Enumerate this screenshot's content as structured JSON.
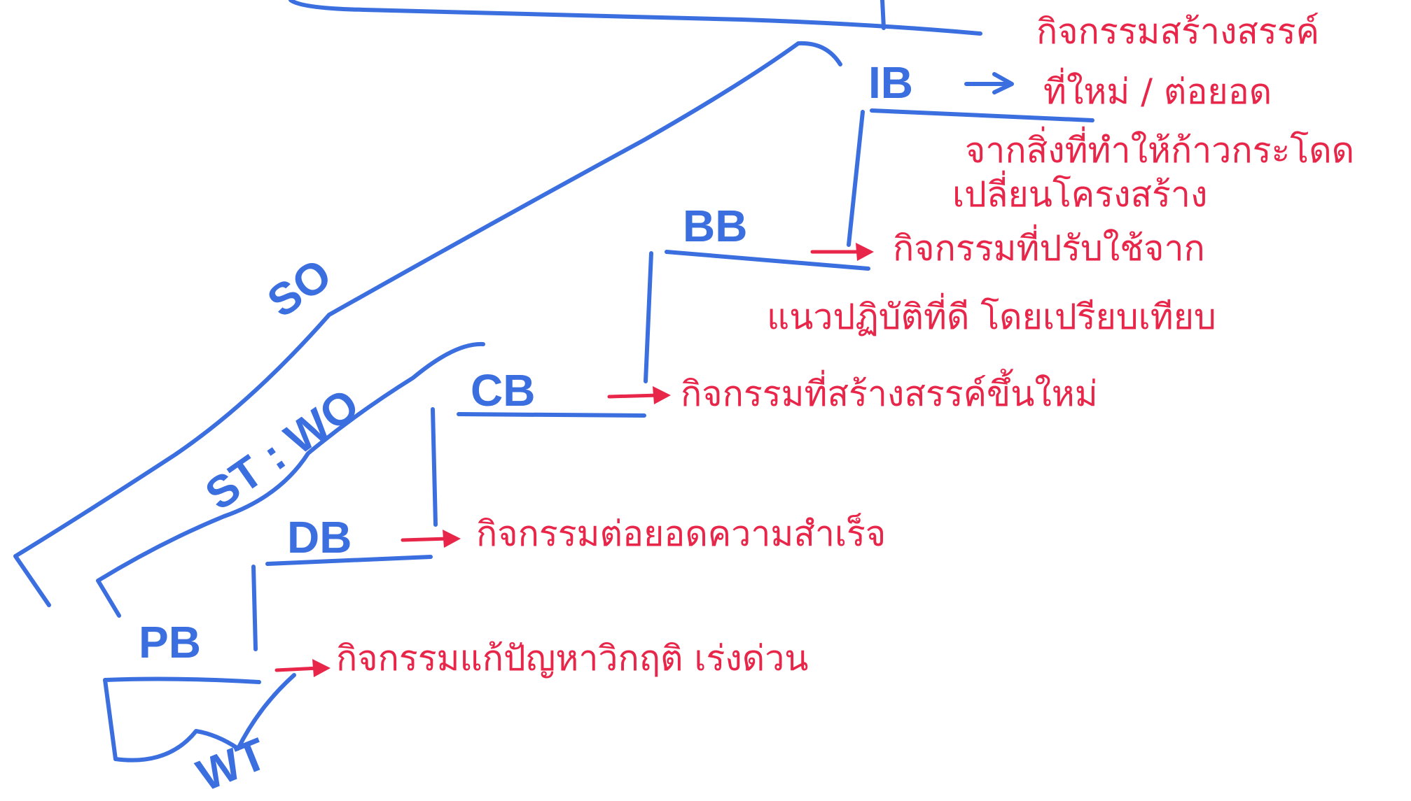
{
  "labels": {
    "so": "SO",
    "st_wo": "ST : WO",
    "ib": "IB",
    "bb": "BB",
    "cb": "CB",
    "db": "DB",
    "pb": "PB",
    "wt": "WT"
  },
  "notes": {
    "ib_line1": "กิจกรรมสร้างสรรค์",
    "ib_line2": "ที่ใหม่ / ต่อยอด",
    "ib_line3": "จากสิ่งที่ทำให้ก้าวกระโดด",
    "ib_line4": "เปลี่ยนโครงสร้าง",
    "bb_line1": "กิจกรรมที่ปรับใช้จาก",
    "bb_line2": "แนวปฏิบัติที่ดี โดยเปรียบเทียบ",
    "cb": "กิจกรรมที่สร้างสรรค์ขึ้นใหม่",
    "db": "กิจกรรมต่อยอดความสำเร็จ",
    "pb": "กิจกรรมแก้ปัญหาวิกฤติ เร่งด่วน"
  },
  "colors": {
    "blue_ink": "#3b6fe0",
    "red_ink": "#e8264a"
  }
}
